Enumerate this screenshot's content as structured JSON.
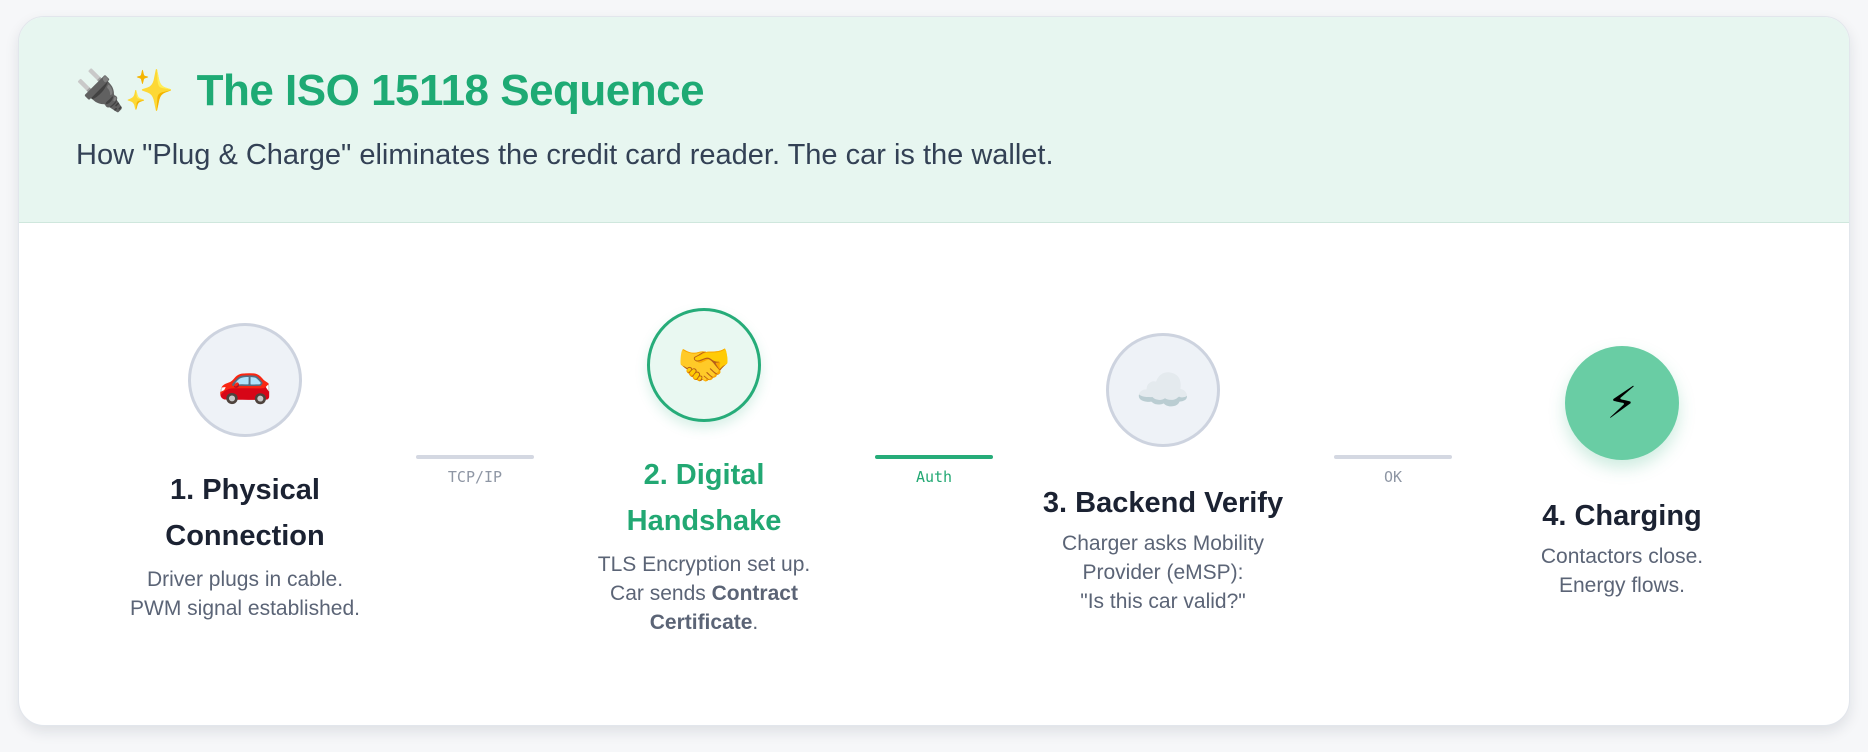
{
  "header": {
    "emoji": "🔌✨",
    "title": "The ISO 15118 Sequence",
    "subtitle": "How \"Plug & Charge\" eliminates the credit card reader. The car is the wallet."
  },
  "steps": [
    {
      "icon": "🚗",
      "icon_name": "car-icon",
      "title_line1": "1. Physical",
      "title_line2": "Connection",
      "desc_line1": "Driver plugs in cable.",
      "desc_line2": "PWM signal established.",
      "state": "complete"
    },
    {
      "icon": "🤝",
      "icon_name": "handshake-icon",
      "title_line1": "2. Digital",
      "title_line2": "Handshake",
      "desc_line1": "TLS Encryption set up.",
      "desc_pre": "Car sends ",
      "desc_bold1": "Contract",
      "desc_bold2": "Certificate",
      "desc_post": ".",
      "state": "active",
      "accent": "#26ac79"
    },
    {
      "icon": "☁️",
      "icon_name": "cloud-icon",
      "title": "3. Backend Verify",
      "desc_line1": "Charger asks Mobility",
      "desc_line2": "Provider (eMSP):",
      "desc_line3": "\"Is this car valid?\"",
      "state": "pending"
    },
    {
      "icon": "⚡",
      "icon_name": "lightning-icon",
      "title": "4. Charging",
      "desc_line1": "Contactors close.",
      "desc_line2": "Energy flows.",
      "state": "done",
      "accent": "#69cda4"
    }
  ],
  "connectors": [
    {
      "label": "TCP/IP",
      "state": "inactive"
    },
    {
      "label": "Auth",
      "state": "active"
    },
    {
      "label": "OK",
      "state": "inactive"
    }
  ]
}
